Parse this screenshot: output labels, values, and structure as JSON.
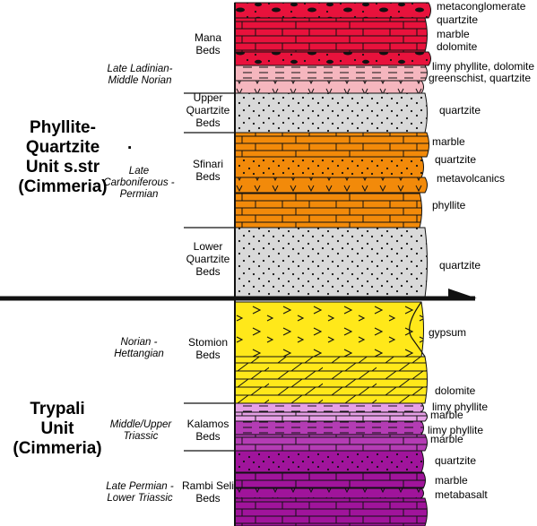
{
  "units": [
    {
      "id": "phyllite",
      "title_lines": [
        "Phyllite-",
        "Quartzite",
        "Unit s.str",
        "(Cimmeria)"
      ],
      "dot": "."
    },
    {
      "id": "trypali",
      "title_lines": [
        "Trypali",
        "Unit",
        "(Cimmeria)"
      ]
    }
  ],
  "ages": [
    {
      "id": "late-ladinian",
      "lines": [
        "Late Ladinian-",
        "Middle Norian"
      ]
    },
    {
      "id": "late-carboniferous",
      "lines": [
        "Late",
        "Carboniferous -",
        "Permian"
      ]
    },
    {
      "id": "norian-hettangian",
      "lines": [
        "Norian -",
        "Hettangian"
      ]
    },
    {
      "id": "middle-upper-triassic",
      "lines": [
        "Middle/Upper",
        "Triassic"
      ]
    },
    {
      "id": "late-permian",
      "lines": [
        "Late Permian -",
        "Lower Triassic"
      ]
    }
  ],
  "beds": [
    {
      "id": "mana",
      "lines": [
        "Mana",
        "Beds"
      ]
    },
    {
      "id": "upper-quartzite",
      "lines": [
        "Upper",
        "Quartzite",
        "Beds"
      ]
    },
    {
      "id": "sfinari",
      "lines": [
        "Sfinari",
        "Beds"
      ]
    },
    {
      "id": "lower-quartzite",
      "lines": [
        "Lower",
        "Quartzite",
        "Beds"
      ]
    },
    {
      "id": "stomion",
      "lines": [
        "Stomion",
        "Beds"
      ]
    },
    {
      "id": "kalamos",
      "lines": [
        "Kalamos",
        "Beds"
      ]
    },
    {
      "id": "rambi-seli",
      "lines": [
        "Rambi Seli",
        "Beds"
      ]
    }
  ],
  "lithology_labels": [
    "metaconglomerate",
    "quartzite",
    "marble",
    "dolomite",
    "limy phyllite, dolomite",
    "greenschist, quartzite",
    "quartzite",
    "marble",
    "quartzite",
    "metavolcanics",
    "phyllite",
    "quartzite",
    "gypsum",
    "dolomite",
    "limy phyllite",
    "marble",
    "limy phyllite",
    "marble",
    "quartzite",
    "marble",
    "metabasalt"
  ],
  "colors": {
    "metaconglomerate": "#e8123c",
    "marble_red": "#e8123c",
    "pink": "#f5b6be",
    "quartzite": "#d9d9d9",
    "orange": "#f28a0a",
    "yellow": "#ffe81a",
    "lavender": "#e6a0e6",
    "violet": "#b43cb4",
    "magenta": "#a0149b",
    "thrust": "#111111"
  }
}
